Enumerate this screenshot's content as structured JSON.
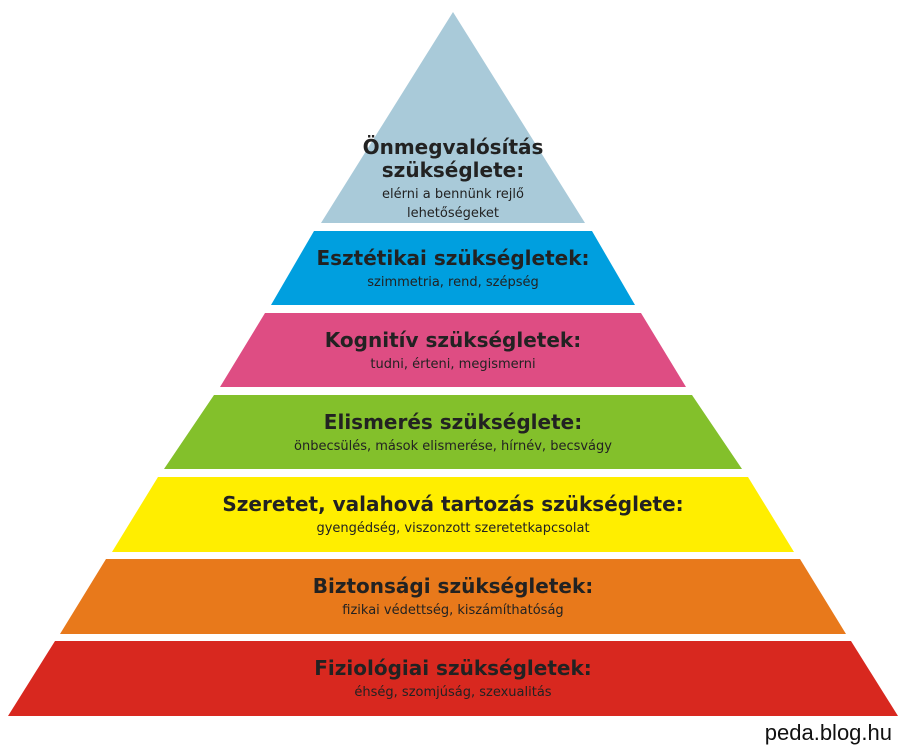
{
  "levels": [
    {
      "id": "self-actualization",
      "title_lines": [
        "Önmegvalósítás",
        "szükséglete:"
      ],
      "subtitle_lines": [
        "elérni a bennünk rejlő",
        "lehetőségeket"
      ],
      "color": "#a9cad9"
    },
    {
      "id": "aesthetic",
      "title_lines": [
        "Esztétikai szükségletek:"
      ],
      "subtitle_lines": [
        "szimmetria, rend, szépség"
      ],
      "color": "#009fdf"
    },
    {
      "id": "cognitive",
      "title_lines": [
        "Kognitív szükségletek:"
      ],
      "subtitle_lines": [
        "tudni, érteni, megismerni"
      ],
      "color": "#de4d83"
    },
    {
      "id": "esteem",
      "title_lines": [
        "Elismerés szükséglete:"
      ],
      "subtitle_lines": [
        "önbecsülés, mások elismerése, hírnév, becsvágy"
      ],
      "color": "#83c02b"
    },
    {
      "id": "love-belonging",
      "title_lines": [
        "Szeretet, valahová tartozás szükséglete:"
      ],
      "subtitle_lines": [
        "gyengédség, viszonzott szeretetkapcsolat"
      ],
      "color": "#ffee00"
    },
    {
      "id": "safety",
      "title_lines": [
        "Biztonsági szükségletek:"
      ],
      "subtitle_lines": [
        "fizikai védettség, kiszámíthatóság"
      ],
      "color": "#e8791b"
    },
    {
      "id": "physiological",
      "title_lines": [
        "Fiziológiai szükségletek:"
      ],
      "subtitle_lines": [
        "éhség, szomjúság, szexualitás"
      ],
      "color": "#d8281f"
    }
  ],
  "credit": "peda.blog.hu"
}
